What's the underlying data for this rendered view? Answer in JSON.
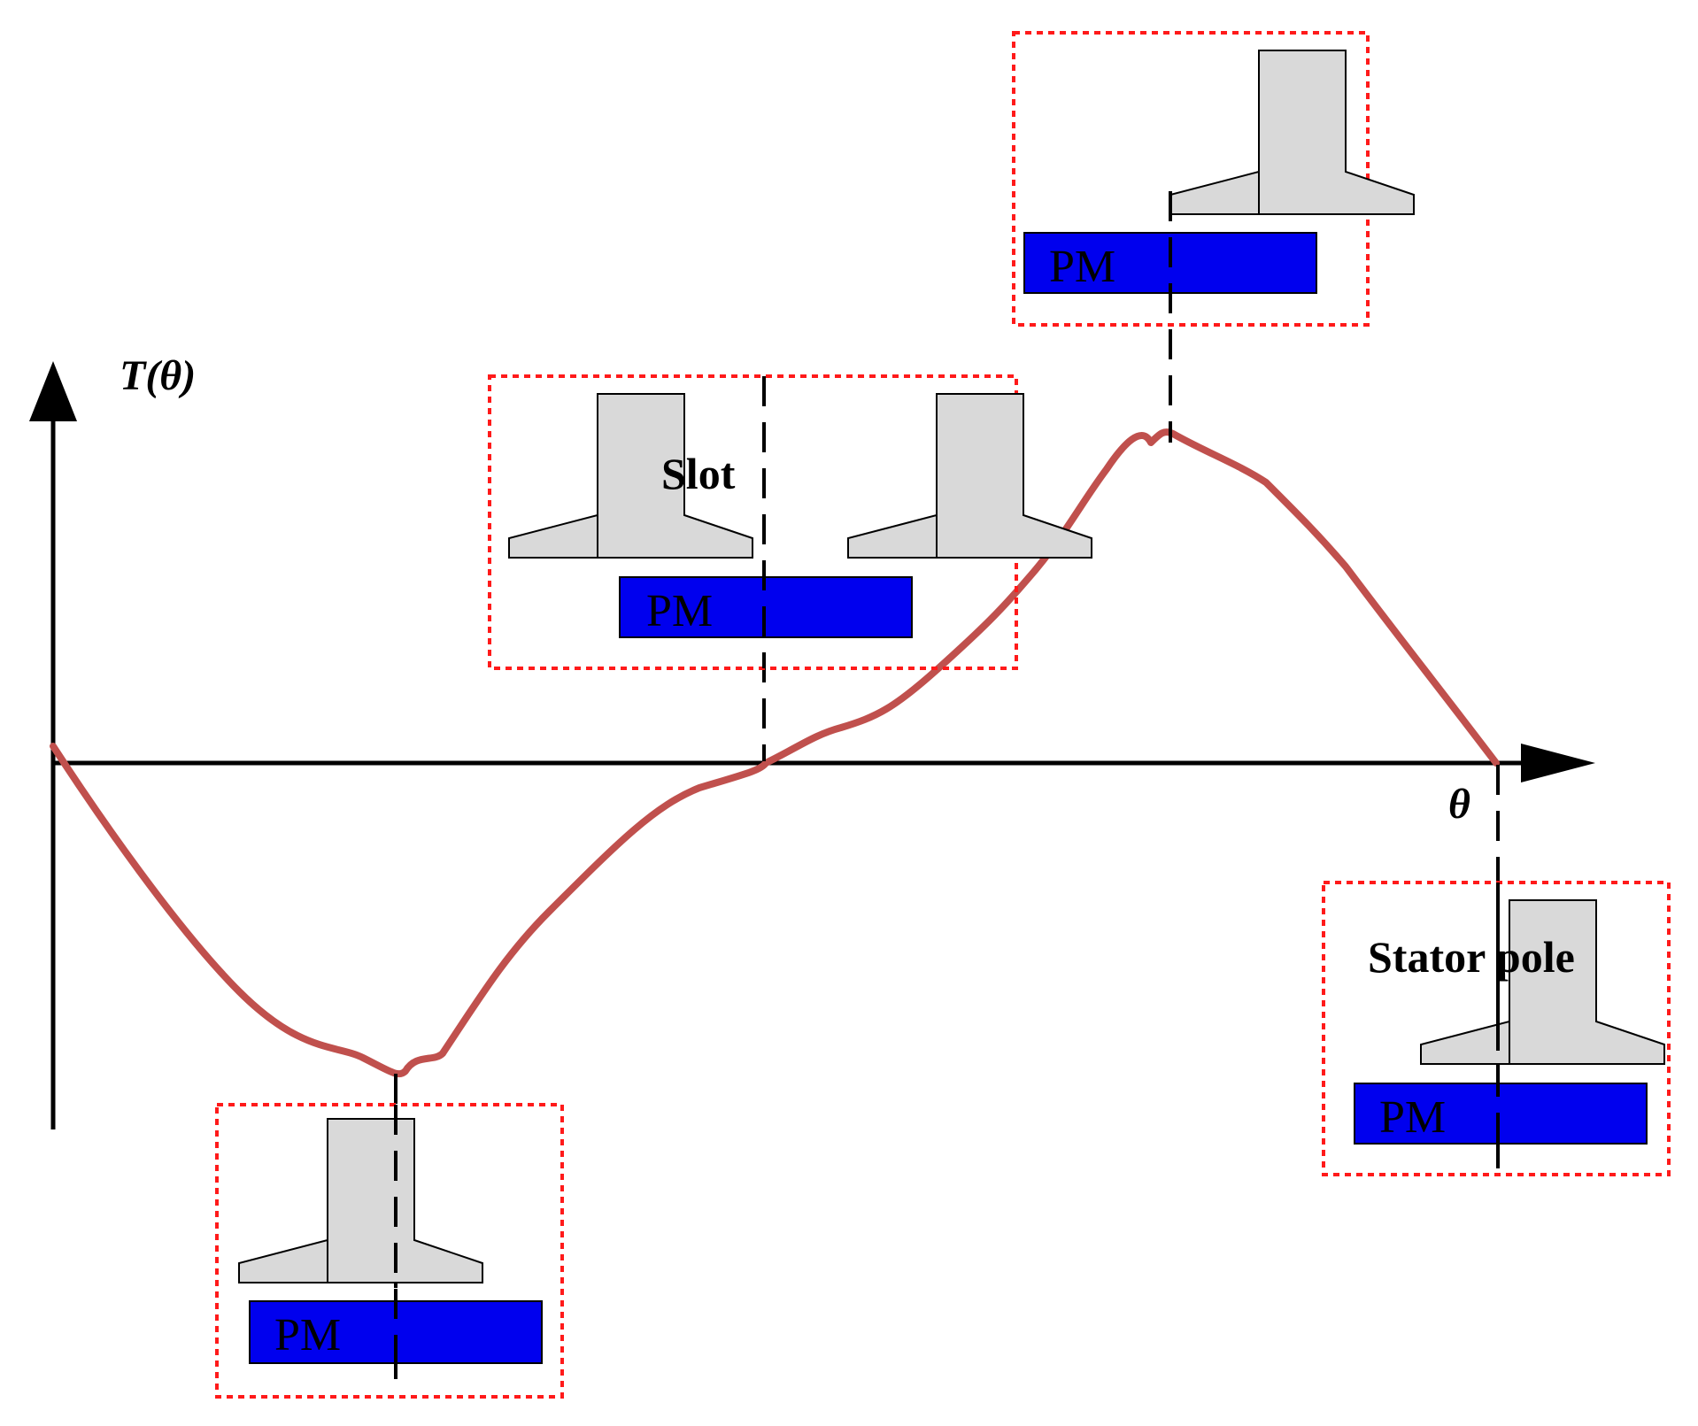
{
  "labels": {
    "y_axis": "T(θ)",
    "x_axis": "θ",
    "slot": "Slot",
    "stator_pole": "Stator pole",
    "pm": "PM"
  },
  "colors": {
    "curve": "#c0504d",
    "pm_fill": "#0000ee",
    "tooth_fill": "#d9d9d9",
    "frame": "#ff1a1a",
    "axis": "#000000"
  },
  "icons": {
    "y_arrow": "arrow-up-icon",
    "x_arrow": "arrow-right-icon"
  }
}
